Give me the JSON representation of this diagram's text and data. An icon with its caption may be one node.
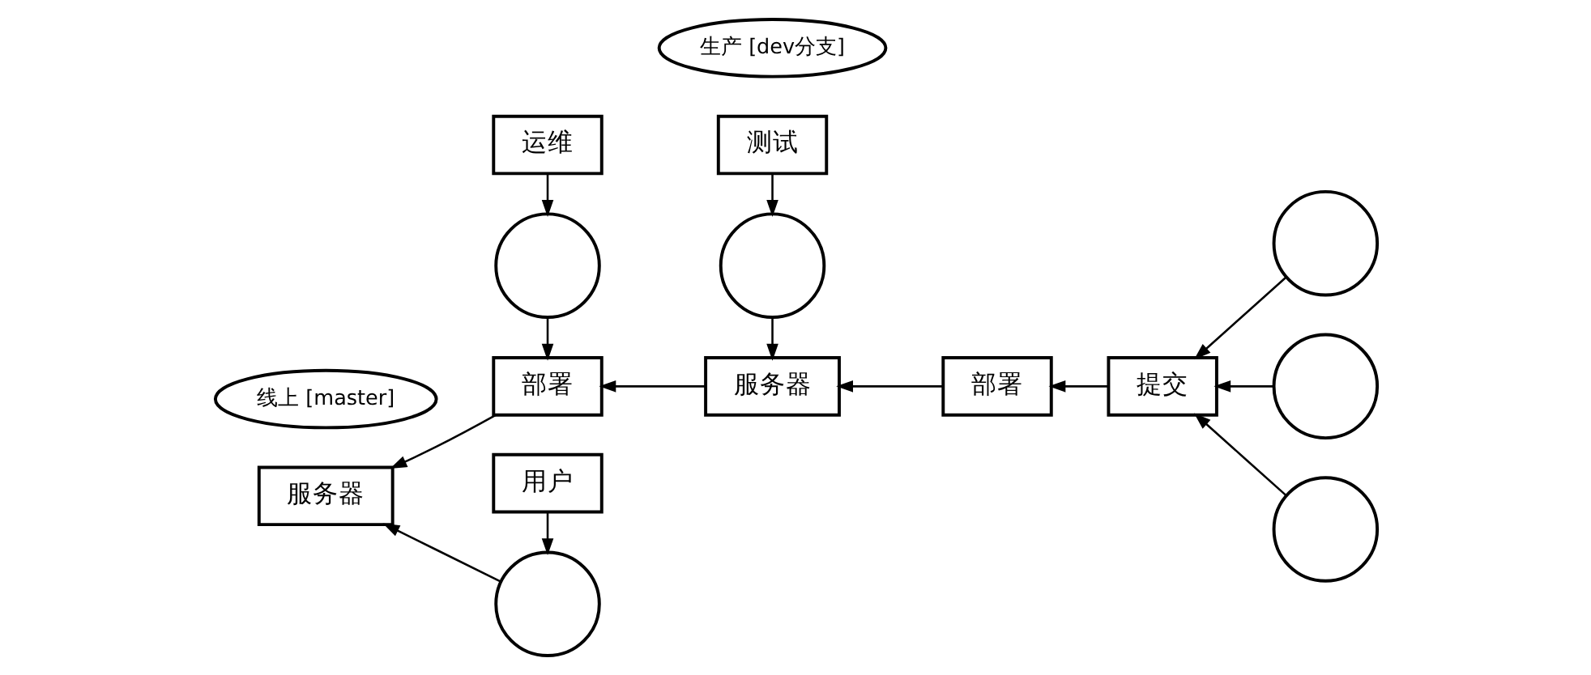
{
  "diagram": {
    "nodes": [
      {
        "text": [],
        "shape": "person"
      },
      {
        "text": [
          "用户"
        ]
      },
      {
        "text": [
          "服务器"
        ]
      },
      {
        "text": [
          "线上 [master]"
        ]
      },
      {
        "text": [
          "部署"
        ]
      },
      {
        "text": [],
        "shape": "person"
      },
      {
        "text": [
          "运维"
        ]
      },
      {
        "text": [
          "服务器"
        ]
      },
      {
        "text": [
          "生产 [dev分支]"
        ]
      },
      {
        "text": [],
        "shape": "person"
      },
      {
        "text": [
          "测试"
        ]
      },
      {
        "text": [
          "部署"
        ]
      },
      {
        "text": [
          "提交"
        ]
      },
      {
        "text": [],
        "shape": "person"
      },
      {
        "text": [],
        "shape": "person"
      },
      {
        "text": [],
        "shape": "person"
      }
    ],
    "edges": [
      {
        "from": 1,
        "to": 0,
        "arrow": "to"
      },
      {
        "from": 0,
        "to": 2,
        "arrow": "to"
      },
      {
        "from": 4,
        "to": 2,
        "arrow": "to"
      },
      {
        "from": 5,
        "to": 4,
        "arrow": "to"
      },
      {
        "from": 6,
        "to": 5,
        "arrow": "to"
      },
      {
        "from": 7,
        "to": 4,
        "arrow": "to"
      },
      {
        "from": 9,
        "to": 7,
        "arrow": "to"
      },
      {
        "from": 10,
        "to": 9,
        "arrow": "to"
      },
      {
        "from": 11,
        "to": 7,
        "arrow": "to"
      },
      {
        "from": 12,
        "to": 11,
        "arrow": "to"
      },
      {
        "from": 13,
        "to": 12,
        "arrow": "to"
      },
      {
        "from": 14,
        "to": 12,
        "arrow": "to"
      },
      {
        "from": 15,
        "to": 12,
        "arrow": "to"
      }
    ]
  }
}
